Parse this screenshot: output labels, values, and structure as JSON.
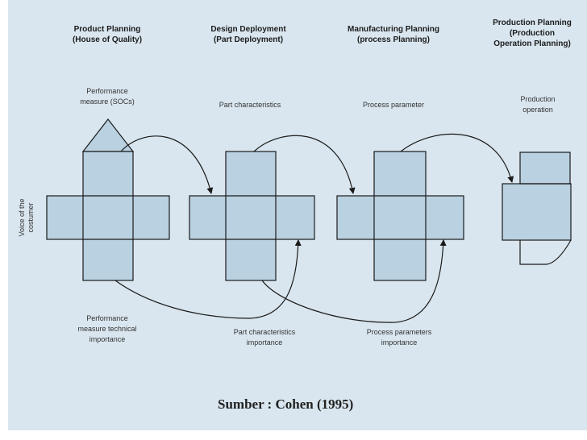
{
  "phases": [
    {
      "title_line1": "Product Planning",
      "title_line2": "(House of Quality)",
      "title_line3": ""
    },
    {
      "title_line1": "Design Deployment",
      "title_line2": "(Part Deployment)",
      "title_line3": ""
    },
    {
      "title_line1": "Manufacturing Planning",
      "title_line2": "(process Planning)",
      "title_line3": ""
    },
    {
      "title_line1": "Production Planning",
      "title_line2": "(Production",
      "title_line3": "Operation Planning)"
    }
  ],
  "top_labels": {
    "performance_line1": "Performance",
    "performance_line2": "measure (SOCs)",
    "part": "Part characteristics",
    "process": "Process parameter",
    "production_line1": "Production",
    "production_line2": "operation"
  },
  "bottom_labels": {
    "perf_imp_line1": "Performance",
    "perf_imp_line2": "measure technical",
    "perf_imp_line3": "importance",
    "part_imp_line1": "Part characteristics",
    "part_imp_line2": "importance",
    "proc_imp_line1": "Process parameters",
    "proc_imp_line2": "importance"
  },
  "voice": {
    "line1": "Voice of the",
    "line2": "costumer"
  },
  "credit": "Sumber : Cohen (1995)"
}
